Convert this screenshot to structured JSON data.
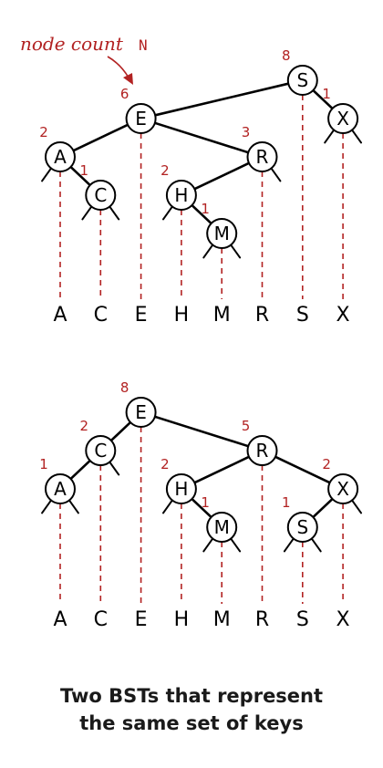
{
  "legend": {
    "label": "node count",
    "symbol": "N"
  },
  "colors": {
    "accent": "#b22222",
    "ink": "#000000"
  },
  "keys": [
    "A",
    "C",
    "E",
    "H",
    "M",
    "R",
    "S",
    "X"
  ],
  "trees": [
    {
      "root": "S",
      "nodes": [
        {
          "key": "S",
          "count": "8",
          "left": "E",
          "right": "X",
          "depth": 0
        },
        {
          "key": "E",
          "count": "6",
          "left": "A",
          "right": "R",
          "depth": 1
        },
        {
          "key": "X",
          "count": "1",
          "left": null,
          "right": null,
          "depth": 1
        },
        {
          "key": "A",
          "count": "2",
          "left": null,
          "right": "C",
          "depth": 2
        },
        {
          "key": "R",
          "count": "3",
          "left": "H",
          "right": null,
          "depth": 2
        },
        {
          "key": "C",
          "count": "1",
          "left": null,
          "right": null,
          "depth": 3
        },
        {
          "key": "H",
          "count": "2",
          "left": null,
          "right": "M",
          "depth": 3
        },
        {
          "key": "M",
          "count": "1",
          "left": null,
          "right": null,
          "depth": 4
        }
      ]
    },
    {
      "root": "E",
      "nodes": [
        {
          "key": "E",
          "count": "8",
          "left": "C",
          "right": "R",
          "depth": 0
        },
        {
          "key": "C",
          "count": "2",
          "left": "A",
          "right": null,
          "depth": 1
        },
        {
          "key": "R",
          "count": "5",
          "left": "H",
          "right": "X",
          "depth": 1
        },
        {
          "key": "A",
          "count": "1",
          "left": null,
          "right": null,
          "depth": 2
        },
        {
          "key": "H",
          "count": "2",
          "left": null,
          "right": "M",
          "depth": 2
        },
        {
          "key": "X",
          "count": "2",
          "left": "S",
          "right": null,
          "depth": 2
        },
        {
          "key": "M",
          "count": "1",
          "left": null,
          "right": null,
          "depth": 3
        },
        {
          "key": "S",
          "count": "1",
          "left": null,
          "right": null,
          "depth": 3
        }
      ]
    }
  ],
  "caption": {
    "line1": "Two BSTs that represent",
    "line2": "the same set of keys"
  }
}
